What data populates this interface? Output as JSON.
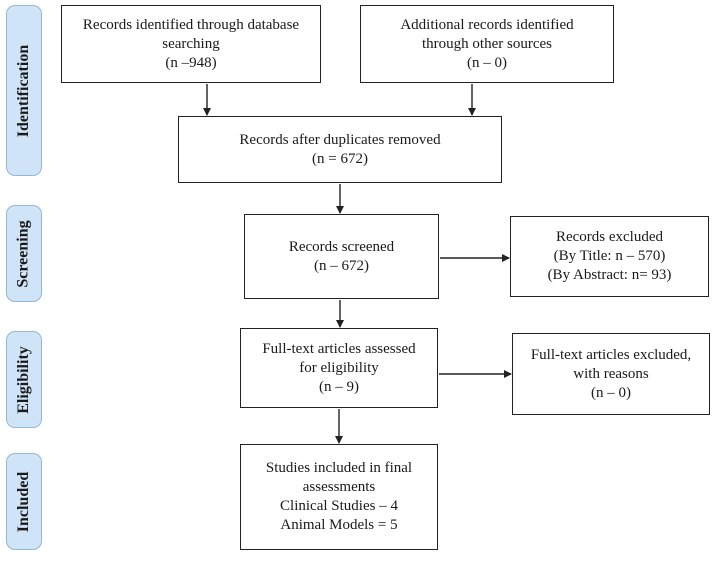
{
  "stages": {
    "identification": "Identification",
    "screening": "Screening",
    "eligibility": "Eligibility",
    "included": "Included"
  },
  "boxes": {
    "db_search": [
      "Records identified through database",
      "searching",
      "(n –948)"
    ],
    "other_sources": [
      "Additional records identified",
      "through other sources",
      "(n – 0)"
    ],
    "duplicates_removed": [
      "Records after duplicates removed",
      "(n = 672)"
    ],
    "screened": [
      "Records screened",
      "(n – 672)"
    ],
    "excluded": [
      "Records excluded",
      "(By Title: n – 570)",
      "(By Abstract: n= 93)"
    ],
    "fulltext_assessed": [
      "Full-text articles assessed",
      "for eligibility",
      "(n – 9)"
    ],
    "fulltext_excluded": [
      "Full-text articles excluded,",
      "with reasons",
      "(n – 0)"
    ],
    "included_studies": [
      "Studies included in final",
      "assessments",
      "Clinical Studies – 4",
      "Animal Models = 5"
    ]
  },
  "colors": {
    "stage_fill": "#cfe5f7",
    "stage_border": "#8fb8d9",
    "line": "#222222"
  }
}
